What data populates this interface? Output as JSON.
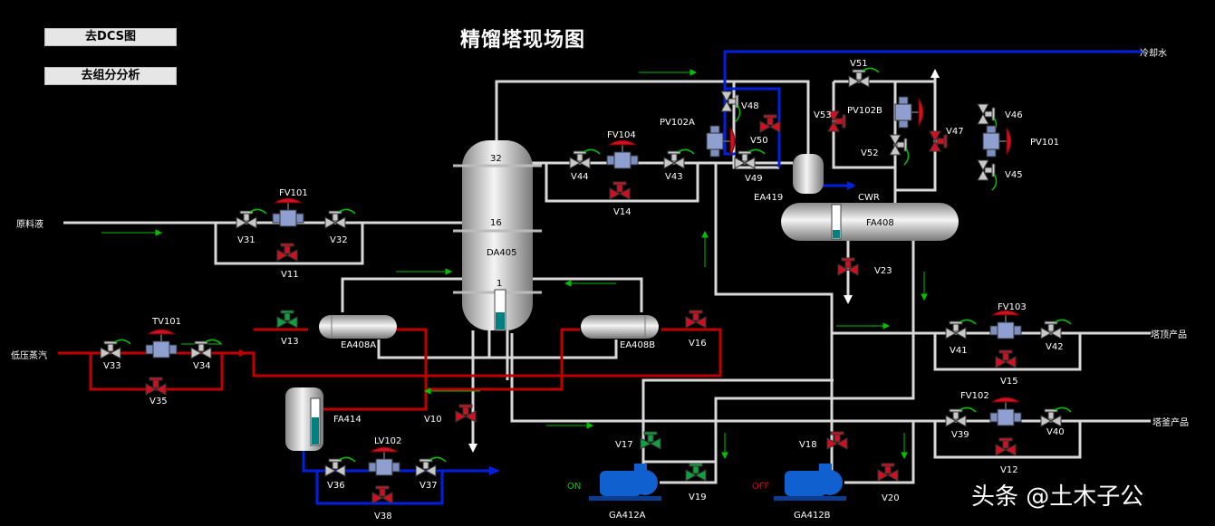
{
  "nav": {
    "dcs": "去DCS图",
    "analysis": "去组分分析"
  },
  "title": "精馏塔现场图",
  "streams": {
    "feed": "原料液",
    "steam": "低压蒸汽",
    "cooling_water": "冷却水",
    "top_product": "塔顶产品",
    "bottom_product": "塔釜产品"
  },
  "equipment": {
    "column": "DA405",
    "tray_top": "32",
    "tray_feed": "16",
    "tray_bottom": "1",
    "reboiler_a": "EA408A",
    "reboiler_b": "EA408B",
    "reflux_drum": "FA408",
    "condenser": "EA419",
    "cwr": "CWR",
    "tank": "FA414",
    "pump_a": "GA412A",
    "pump_b": "GA412B",
    "pump_a_status": "ON",
    "pump_b_status": "OFF"
  },
  "controllers": {
    "fv101a": "FV101",
    "fv101b": "PV101",
    "fv104": "FV104",
    "pv102a": "PV102A",
    "pv102b": "PV102B",
    "tv101": "TV101",
    "fv103": "FV103",
    "fv102": "FV102",
    "lv102": "LV102"
  },
  "valves": {
    "v11": "V11",
    "v12": "V12",
    "v13": "V13",
    "v14": "V14",
    "v15": "V15",
    "v16": "V16",
    "v17": "V17",
    "v18": "V18",
    "v19": "V19",
    "v20": "V20",
    "v23": "V23",
    "v31": "V31",
    "v32": "V32",
    "v33": "V33",
    "v34": "V34",
    "v35": "V35",
    "v36": "V36",
    "v37": "V37",
    "v38": "V38",
    "v39": "V39",
    "v40": "V40",
    "v41": "V41",
    "v42": "V42",
    "v43": "V43",
    "v44": "V44",
    "v45": "V45",
    "v46": "V46",
    "v47": "V47",
    "v48": "V48",
    "v49": "V49",
    "v50": "V50",
    "v51": "V51",
    "v52": "V52",
    "v53": "V53",
    "v10": "V10"
  },
  "levels": {
    "column": 0.45,
    "reflux_drum": 0.25,
    "tank": 0.6
  },
  "watermark": "头条 @土木子公",
  "colors": {
    "pipe": "#d8d8d8",
    "steam_pipe": "#c00000",
    "water_pipe": "#0020e0",
    "flow_arrow": "#00c000",
    "valve_open": "#c8c8c8",
    "valve_closed": "#d01020",
    "valve_green": "#10a040",
    "level": "#008080",
    "pump": "#1060d0"
  }
}
